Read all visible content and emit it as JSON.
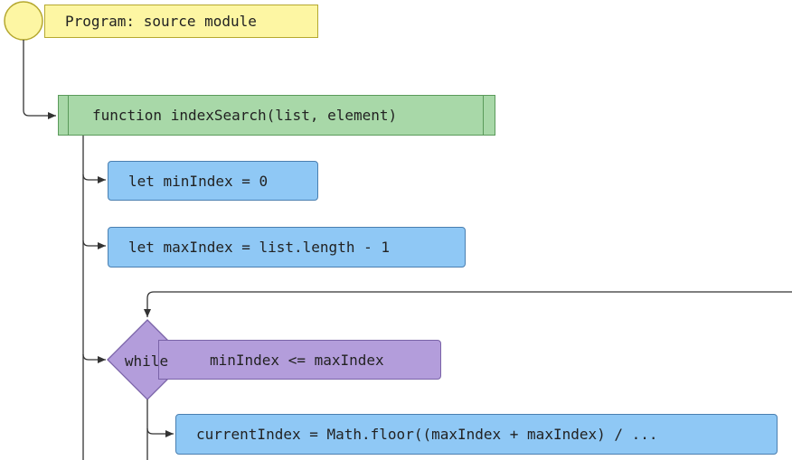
{
  "program": {
    "label": "Program: source module"
  },
  "function": {
    "label": "function indexSearch(list, element)"
  },
  "statements": {
    "min_index": "let minIndex = 0",
    "max_index": "let maxIndex = list.length - 1"
  },
  "loop": {
    "keyword": "while",
    "condition": "minIndex <= maxIndex",
    "body_statement": "currentIndex = Math.floor((maxIndex + maxIndex) / ..."
  },
  "colors": {
    "program_fill": "#fdf6a3",
    "function_fill": "#a8d8a8",
    "statement_fill": "#8fc8f5",
    "loop_fill": "#b39ddb"
  }
}
